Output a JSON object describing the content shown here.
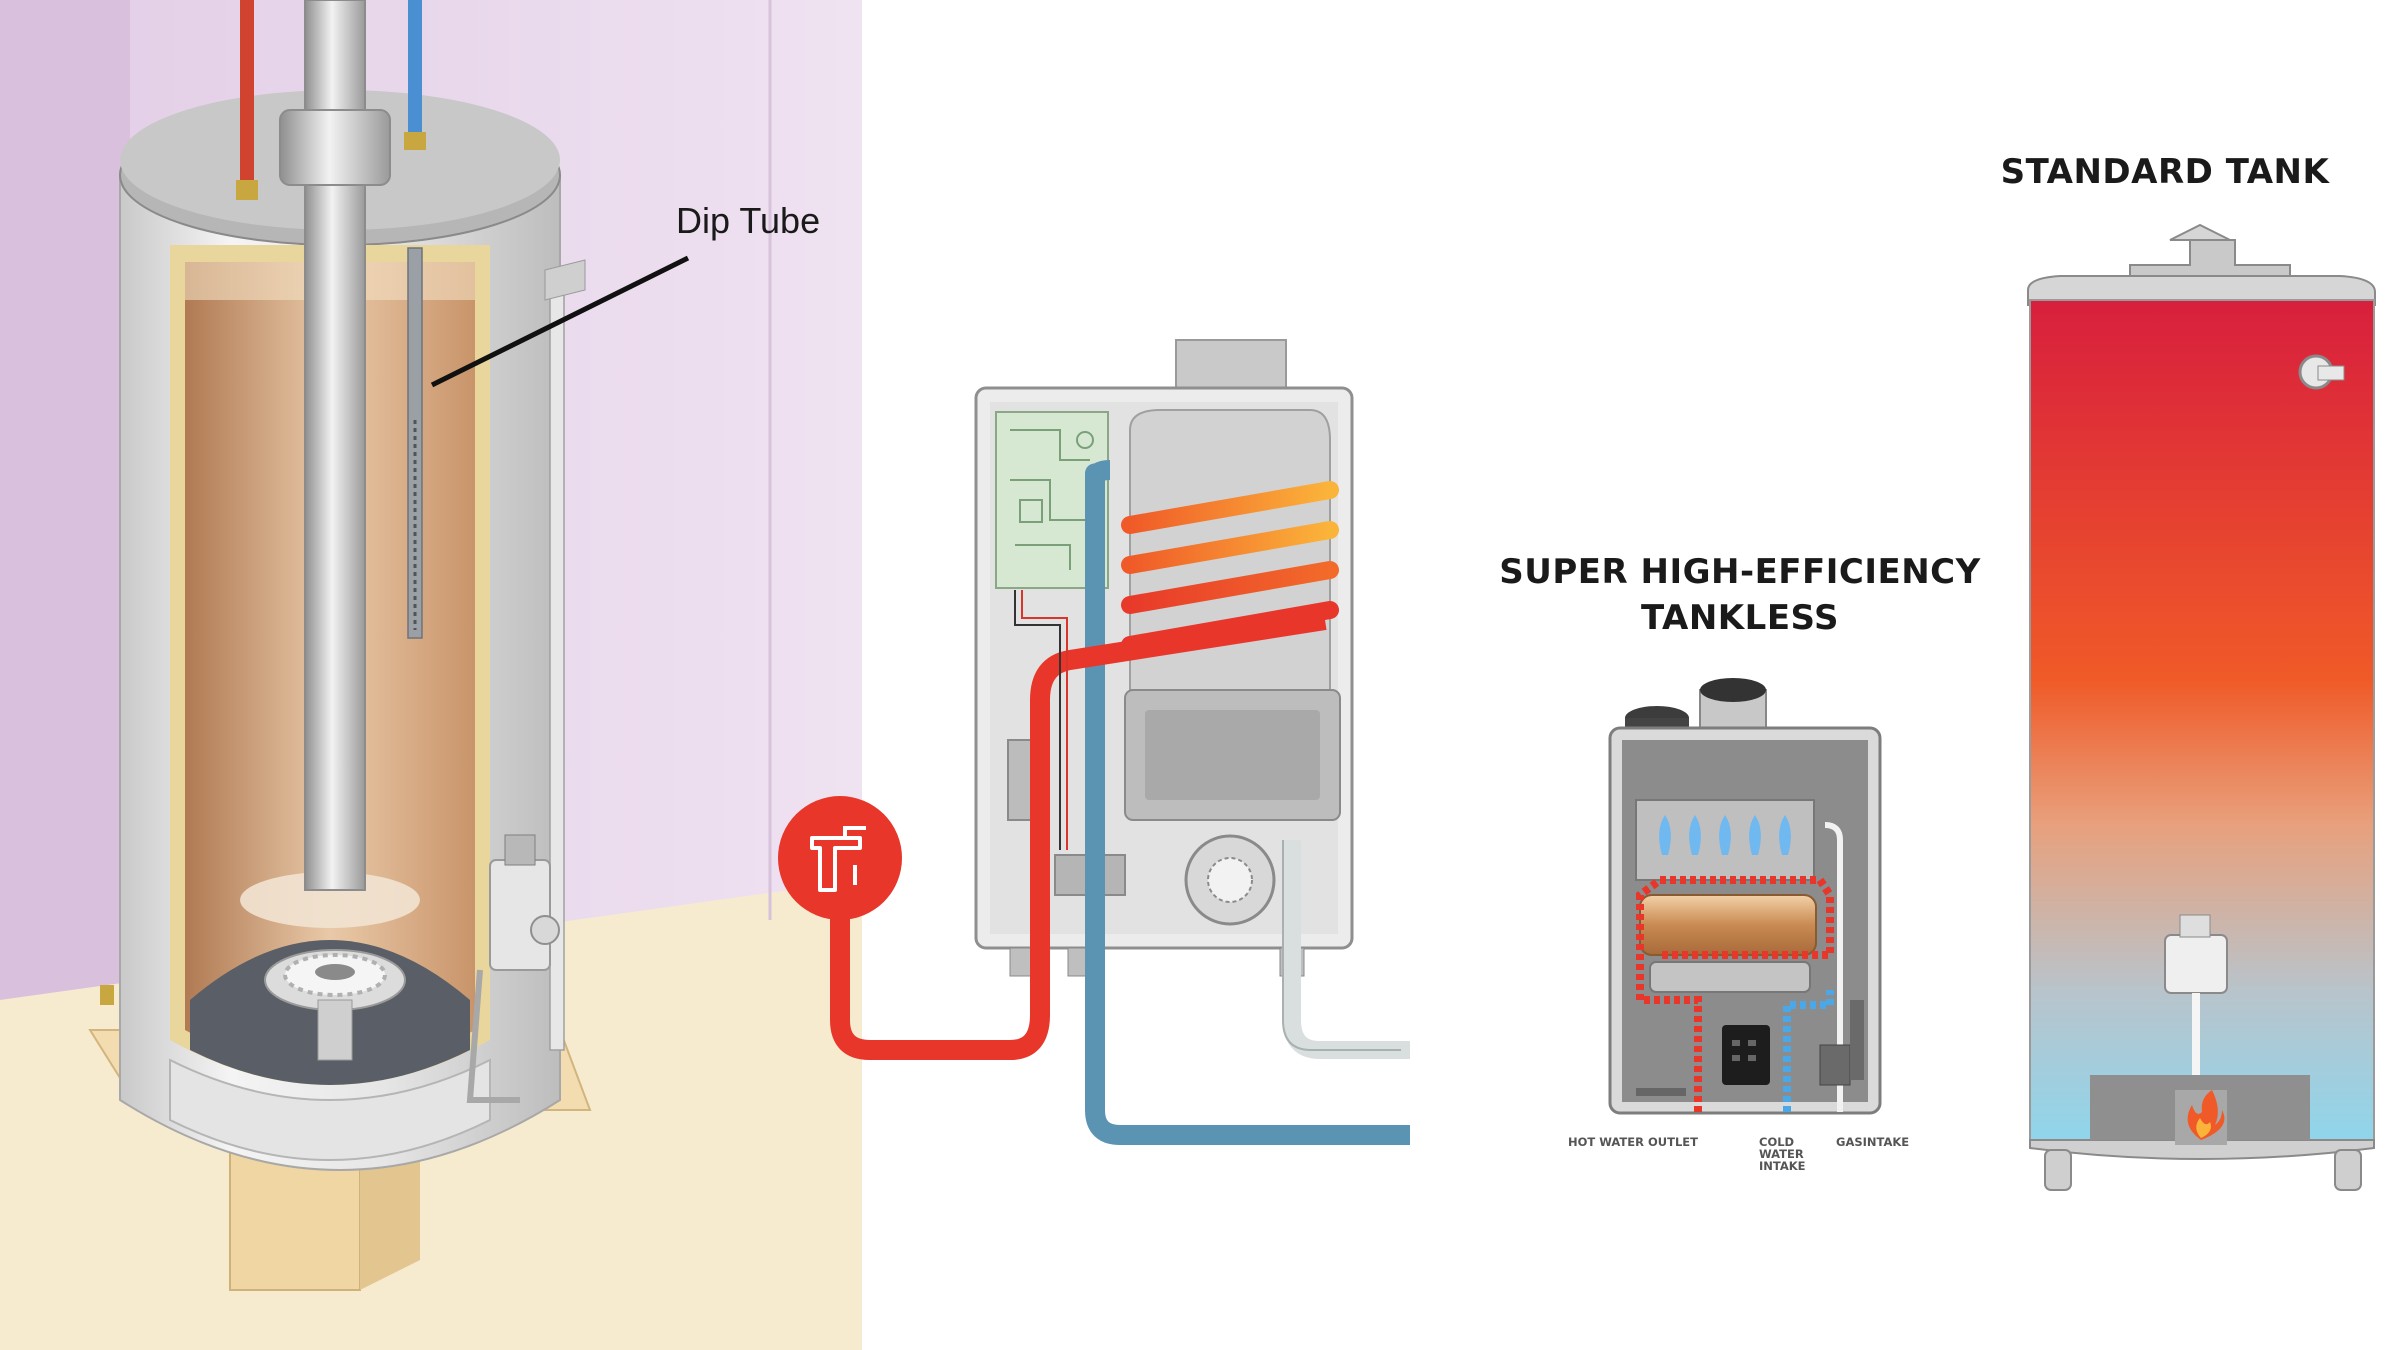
{
  "labels": {
    "dip_tube": "Dip Tube",
    "tankless_title_line1": "SUPER HIGH-EFFICIENCY",
    "tankless_title_line2": "TANKLESS",
    "standard_title": "STANDARD TANK",
    "hot_water_outlet": "HOT WATER OUTLET",
    "cold_water_intake": "COLD WATER INTAKE",
    "gas_intake": "GASINTAKE"
  },
  "colors": {
    "hot_pipe": "#e8362a",
    "cold_pipe": "#5b93b3",
    "tank_gradient_top": "#d81f3d",
    "tank_gradient_mid": "#f05a28",
    "tank_gradient_bottom": "#8ed6ec",
    "wall": "#ead8ec",
    "floor": "#f7ebcf",
    "insulation": "#e3cf93"
  }
}
